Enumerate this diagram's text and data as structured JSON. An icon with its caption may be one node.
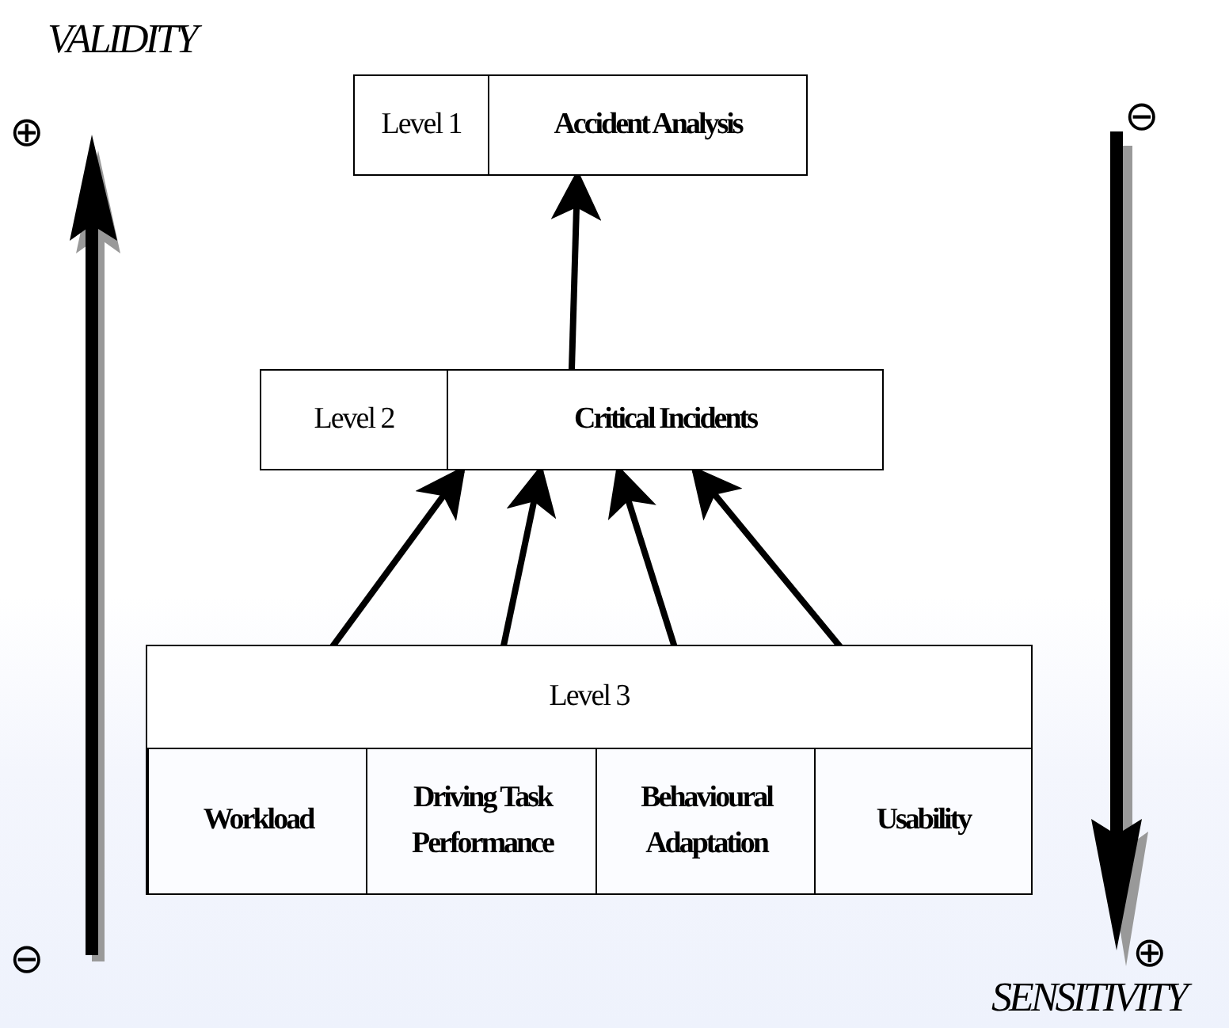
{
  "diagram": {
    "nodes": [
      {
        "text": [
          "Level 1",
          "Accident Analysis"
        ]
      },
      {
        "text": [
          "Level 2",
          "Critical Incidents"
        ]
      },
      {
        "text": [
          "Level 3"
        ]
      },
      {
        "text": [
          "Workload"
        ],
        "in": 2
      },
      {
        "text": [
          "Driving Task Performance"
        ],
        "in": 2
      },
      {
        "text": [
          "Behavioural Adaptation"
        ],
        "in": 2
      },
      {
        "text": [
          "Usability"
        ],
        "in": 2
      }
    ],
    "edges": [
      {
        "from": 3,
        "to": 1,
        "arrow": "to"
      },
      {
        "from": 4,
        "to": 1,
        "arrow": "to"
      },
      {
        "from": 5,
        "to": 1,
        "arrow": "to"
      },
      {
        "from": 6,
        "to": 1,
        "arrow": "to"
      },
      {
        "from": 1,
        "to": 0,
        "arrow": "to"
      }
    ],
    "labels": [
      "VALIDITY",
      "⊖",
      "⊕",
      "⊕",
      "⊖",
      "SENSITIVITY"
    ]
  }
}
